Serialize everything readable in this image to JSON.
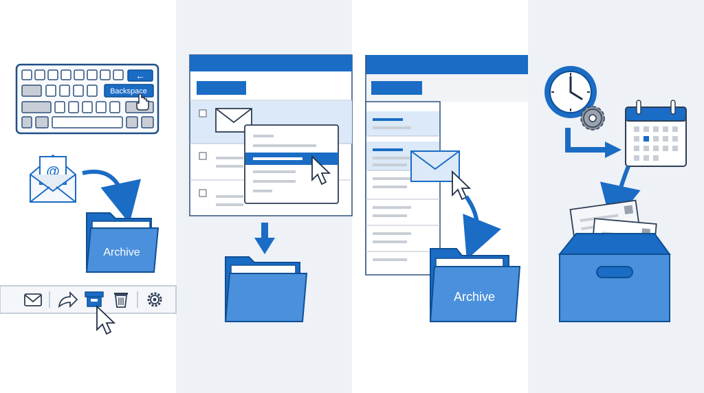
{
  "panel1": {
    "keyboard": {
      "backspace_label": "Backspace",
      "arrow_glyph": "←"
    },
    "folder_label": "Archive",
    "email_symbol": "@",
    "toolbar_icons": [
      "envelope-icon",
      "forward-arrow-icon",
      "archive-box-icon",
      "trash-icon",
      "gear-icon"
    ]
  },
  "panel4": {
    "icons": [
      "clock-icon",
      "gear-icon",
      "calendar-icon",
      "archive-box-icon"
    ]
  },
  "panel3": {
    "folder_label": "Archive"
  },
  "colors": {
    "accent": "#1a6cc4",
    "dark_blue": "#0e4f94",
    "light_blue": "#4a90dc",
    "highlight": "#dbe9f8",
    "panel_white": "#ffffff",
    "panel_gray": "#eef1f6",
    "line_gray": "#c9ced6"
  }
}
